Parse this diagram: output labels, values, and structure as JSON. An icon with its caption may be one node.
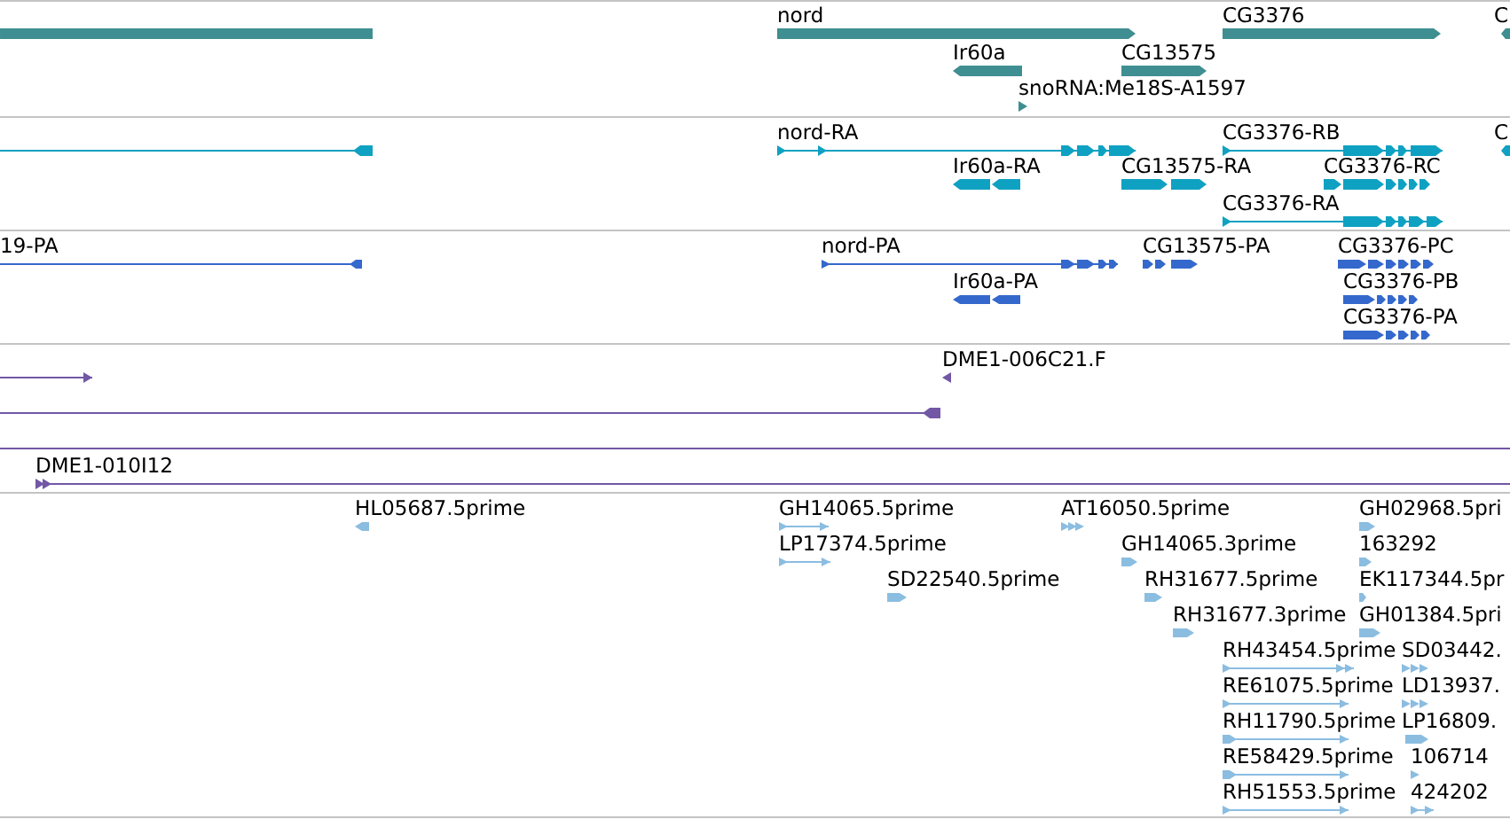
{
  "diagram": {
    "nodes": [
      {
        "text": [],
        "shape": "bar"
      },
      {
        "text": [
          "nord"
        ]
      },
      {
        "text": [
          "CG3376"
        ]
      },
      {
        "text": [
          "C"
        ]
      },
      {
        "text": [
          "Ir60a"
        ]
      },
      {
        "text": [
          "CG13575"
        ]
      },
      {
        "text": [
          "snoRNA:Me18S-A1597"
        ]
      },
      {
        "text": [],
        "shape": "line"
      },
      {
        "text": [
          "nord-RA"
        ]
      },
      {
        "text": [
          "CG3376-RB"
        ]
      },
      {
        "text": [
          "C"
        ]
      },
      {
        "text": [
          "Ir60a-RA"
        ]
      },
      {
        "text": [
          "CG13575-RA"
        ]
      },
      {
        "text": [
          "CG3376-RC"
        ]
      },
      {
        "text": [
          "CG3376-RA"
        ]
      },
      {
        "text": [
          "19-PA"
        ]
      },
      {
        "text": [
          "nord-PA"
        ]
      },
      {
        "text": [
          "CG13575-PA"
        ]
      },
      {
        "text": [
          "CG3376-PC"
        ]
      },
      {
        "text": [
          "Ir60a-PA"
        ]
      },
      {
        "text": [
          "CG3376-PB"
        ]
      },
      {
        "text": [
          "CG3376-PA"
        ]
      },
      {
        "text": [],
        "shape": "line"
      },
      {
        "text": [
          "DME1-006C21.F"
        ]
      },
      {
        "text": [],
        "shape": "line"
      },
      {
        "text": [],
        "shape": "line"
      },
      {
        "text": [
          "DME1-010I12"
        ]
      },
      {
        "text": [
          "HL05687.5prime"
        ]
      },
      {
        "text": [
          "GH14065.5prime"
        ]
      },
      {
        "text": [
          "AT16050.5prime"
        ]
      },
      {
        "text": [
          "GH02968.5pri"
        ]
      },
      {
        "text": [
          "LP17374.5prime"
        ]
      },
      {
        "text": [
          "GH14065.3prime"
        ]
      },
      {
        "text": [
          "163292"
        ]
      },
      {
        "text": [
          "SD22540.5prime"
        ]
      },
      {
        "text": [
          "RH31677.5prime"
        ]
      },
      {
        "text": [
          "EK117344.5pr"
        ]
      },
      {
        "text": [
          "RH31677.3prime"
        ]
      },
      {
        "text": [
          "GH01384.5pri"
        ]
      },
      {
        "text": [
          "RH43454.5prime"
        ]
      },
      {
        "text": [
          "SD03442."
        ]
      },
      {
        "text": [
          "RE61075.5prime"
        ]
      },
      {
        "text": [
          "LD13937."
        ]
      },
      {
        "text": [
          "RH11790.5prime"
        ]
      },
      {
        "text": [
          "LP16809."
        ]
      },
      {
        "text": [
          "RE58429.5prime"
        ]
      },
      {
        "text": [
          "106714"
        ]
      },
      {
        "text": [
          "RH51553.5prime"
        ]
      },
      {
        "text": [
          "424202"
        ]
      }
    ]
  }
}
